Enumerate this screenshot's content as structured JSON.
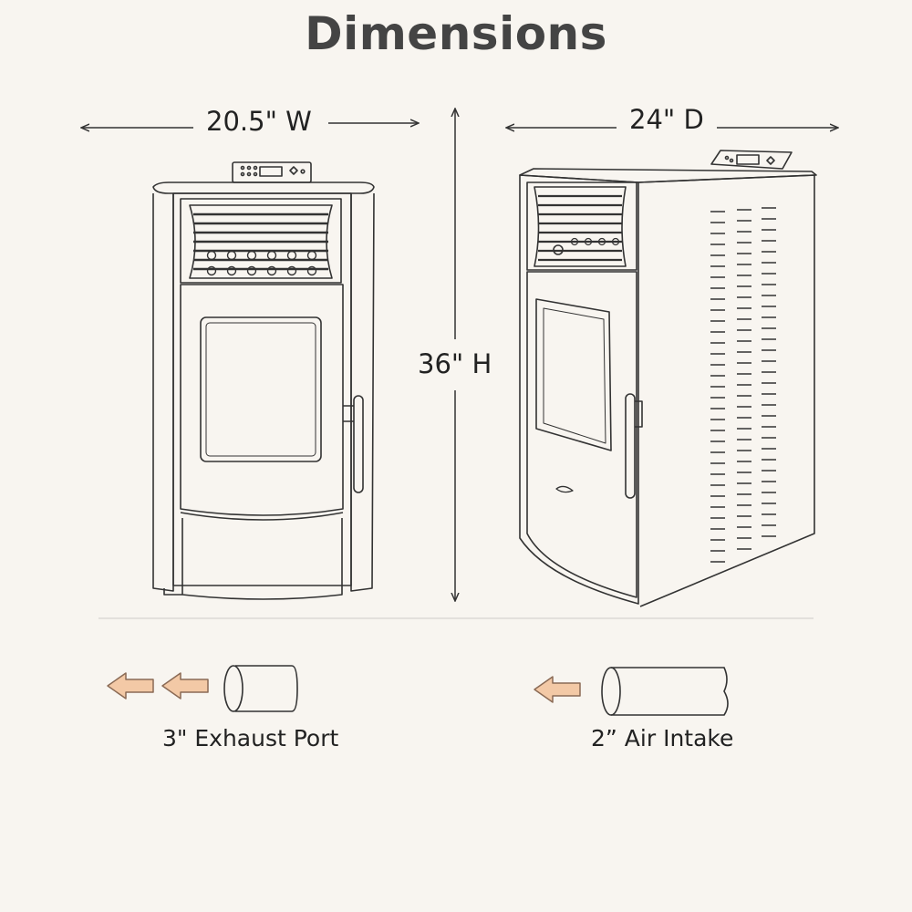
{
  "header": {
    "title": "Dimensions"
  },
  "dimensions": {
    "width": "20.5\" W",
    "depth": "24\" D",
    "height": "36\" H"
  },
  "connections": {
    "exhaust": {
      "label": "3\" Exhaust Port"
    },
    "intake": {
      "label": "2” Air Intake"
    }
  },
  "colors": {
    "background": "#f8f5f0",
    "line": "#333333",
    "arrow_fill": "#f3c9a6",
    "arrow_stroke": "#8a6a55"
  }
}
